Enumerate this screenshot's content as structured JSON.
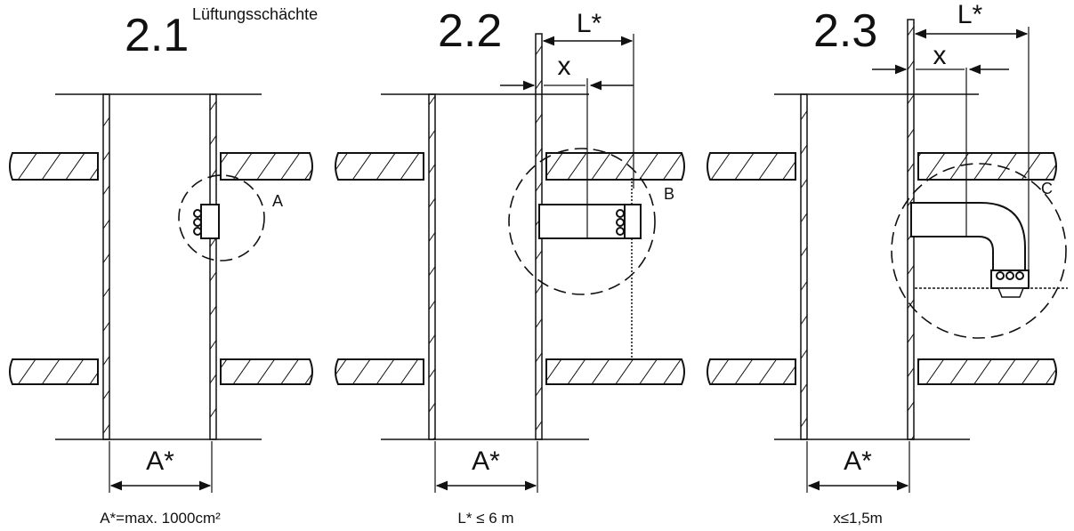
{
  "title": "Lüftungsschächte",
  "panels": [
    {
      "number": "2.1",
      "detail_label": "A",
      "width_label": "A*",
      "caption": "A*=max. 1000cm²"
    },
    {
      "number": "2.2",
      "detail_label": "B",
      "width_label": "A*",
      "length_label": "L*",
      "offset_label": "x",
      "caption": "L* ≤ 6 m"
    },
    {
      "number": "2.3",
      "detail_label": "C",
      "width_label": "A*",
      "length_label": "L*",
      "offset_label": "x",
      "caption": "x≤1,5m"
    }
  ],
  "colors": {
    "line": "#111111",
    "background": "#ffffff"
  }
}
